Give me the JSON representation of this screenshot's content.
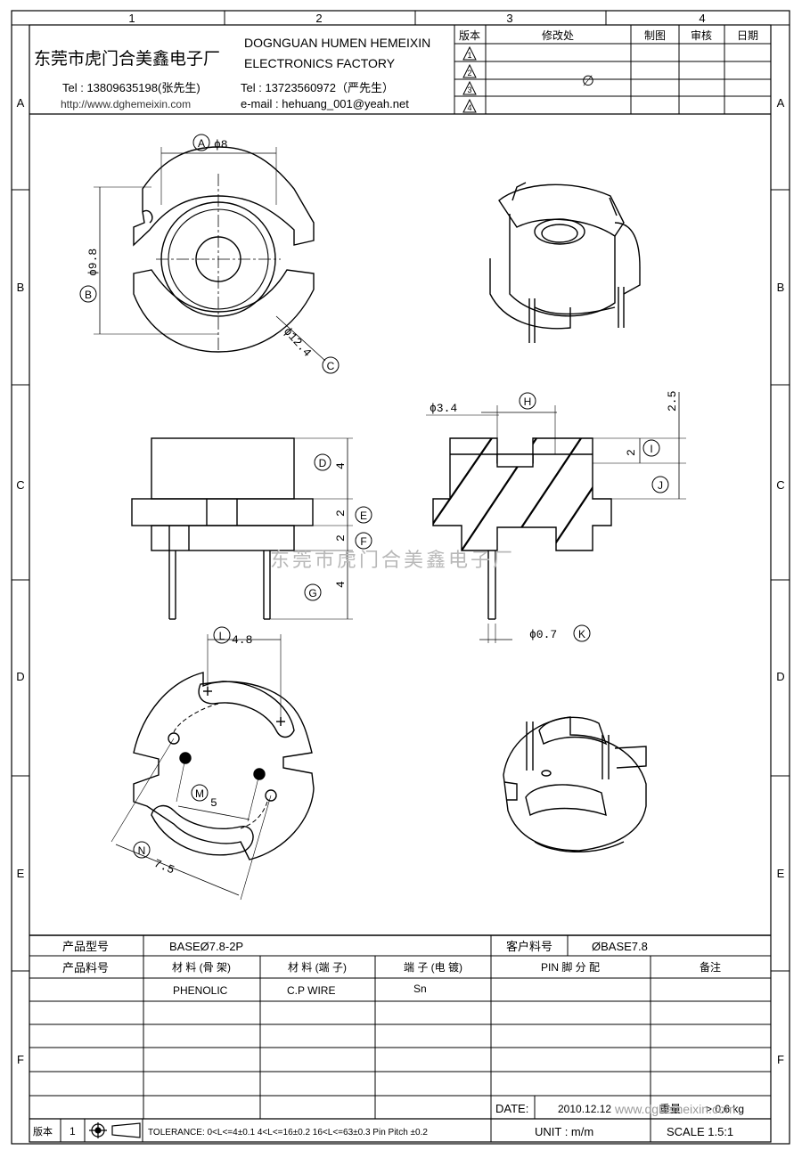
{
  "grid": {
    "columns": [
      "1",
      "2",
      "3",
      "4"
    ],
    "rows": [
      "A",
      "B",
      "C",
      "D",
      "E",
      "F"
    ]
  },
  "header": {
    "company_cn": "东莞市虎门合美鑫电子厂",
    "company_en_line1": "DOGNGUAN HUMEN HEMEIXIN",
    "company_en_line2": "ELECTRONICS FACTORY",
    "tel1": "Tel : 13809635198(张先生)",
    "url": "http://www.dghemeixin.com",
    "tel2": "Tel : 13723560972（严先生）",
    "email": "e-mail : hehuang_001@yeah.net"
  },
  "revision_table": {
    "headers": [
      "版本",
      "修改处",
      "制图",
      "审核",
      "日期"
    ],
    "rev_marks": [
      "1",
      "2",
      "3",
      "4"
    ],
    "change_note": "∅"
  },
  "dimensions": {
    "A": "A",
    "A_val": "ϕ8",
    "B": "B",
    "B_val": "ϕ9.8",
    "C": "C",
    "C_val": "ϕ12.4",
    "D": "D",
    "D_val": "4",
    "E": "E",
    "E_val": "2",
    "F": "F",
    "F_val": "2",
    "G": "G",
    "G_val": "4",
    "H": "H",
    "H_val": "ϕ3.4",
    "I": "I",
    "I_val": "2",
    "J": "J",
    "J_val": "2.5",
    "K": "K",
    "K_val": "ϕ0.7",
    "L": "L",
    "L_val": "4.8",
    "M": "M",
    "M_val": "5",
    "N": "N",
    "N_val": "7.5"
  },
  "watermark": "东莞市虎门合美鑫电子厂",
  "title_block": {
    "product_model_label": "产品型号",
    "product_model": "BASEØ7.8-2P",
    "customer_part_label": "客户料号",
    "customer_part": "ØBASE7.8",
    "product_part_label": "产品料号",
    "col_headers": [
      "材 料 (骨 架)",
      "材 料 (端 子)",
      "端 子 (电 镀)",
      "PIN 脚 分 配",
      "备注"
    ],
    "material_bobbin": "PHENOLIC",
    "material_pin": "C.P WIRE",
    "plating": "Sn",
    "date_label": "DATE:",
    "date": "2010.12.12",
    "weight_label": "重量",
    "weight": "> 0.6 kg",
    "unit": "UNIT : m/m",
    "scale": "SCALE 1.5:1",
    "version_label": "版本",
    "version": "1",
    "tolerance": "TOLERANCE: 0<L<=4±0.1  4<L<=16±0.2  16<L<=63±0.3  Pin Pitch ±0.2",
    "site_watermark": "www.dghemeixin.com"
  }
}
